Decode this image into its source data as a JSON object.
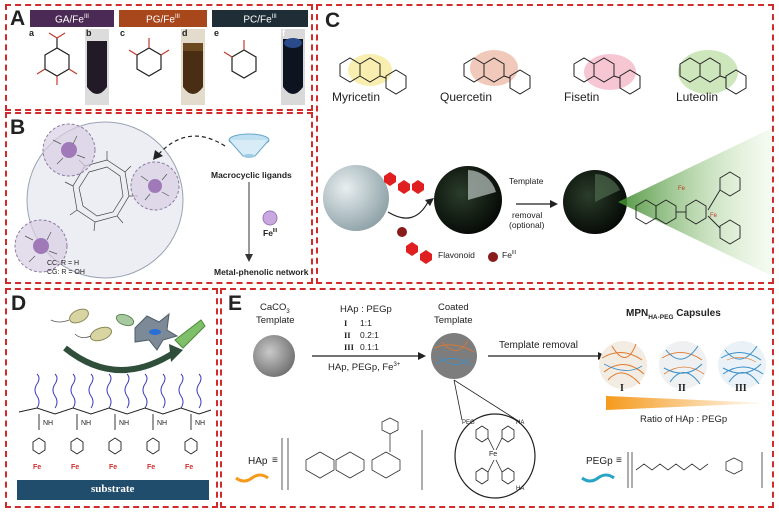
{
  "panelA": {
    "label": "A",
    "headers": [
      "GA/Fe",
      "PG/Fe",
      "PC/Fe"
    ],
    "header_sup": "III",
    "header_colors": [
      "#4b2b55",
      "#a9471c",
      "#1f2e36"
    ],
    "sublabels": [
      "a",
      "b",
      "c",
      "d",
      "e",
      "f"
    ]
  },
  "panelB": {
    "label": "B",
    "macro_label": "Macrocyclic ligands",
    "fe_label": "Fe",
    "fe_sup": "III",
    "network_label": "Metal-phenolic network",
    "cc_label": "CC: R = H",
    "cg_label": "CG: R = OH"
  },
  "panelC": {
    "label": "C",
    "flavonoids": [
      "Myricetin",
      "Quercetin",
      "Fisetin",
      "Luteolin"
    ],
    "template_removal": [
      "Template",
      "removal",
      "(optional)"
    ],
    "legend_flavonoid": "Flavonoid",
    "legend_fe": "Fe",
    "fe_sup": "III"
  },
  "panelD": {
    "label": "D",
    "substrate_label": "substrate",
    "nh": "NH",
    "fe": "Fe"
  },
  "panelE": {
    "label": "E",
    "caco3_line1": "CaCO",
    "caco3_sub": "3",
    "caco3_line2": "Template",
    "ratio_title": "HAp : PEGp",
    "ratios": [
      {
        "roman": "I",
        "value": "1:1"
      },
      {
        "roman": "II",
        "value": "0.2:1"
      },
      {
        "roman": "III",
        "value": "0.1:1"
      }
    ],
    "reagents": "HAp, PEGp, Fe",
    "reagents_sup": "3+",
    "coated": [
      "Coated",
      "Template"
    ],
    "template_removal": "Template removal",
    "capsules_title": "MPN",
    "capsules_sub": "HA-PEG",
    "capsules_suffix": " Capsules",
    "capsule_labels": [
      "I",
      "II",
      "III"
    ],
    "ratio_bar_label": "Ratio of HAp : PEGp",
    "hap_label": "HAp",
    "pegp_label": "PEGp",
    "peg_text": "PEG",
    "ha_text": "HA",
    "fe_text": "Fe"
  }
}
